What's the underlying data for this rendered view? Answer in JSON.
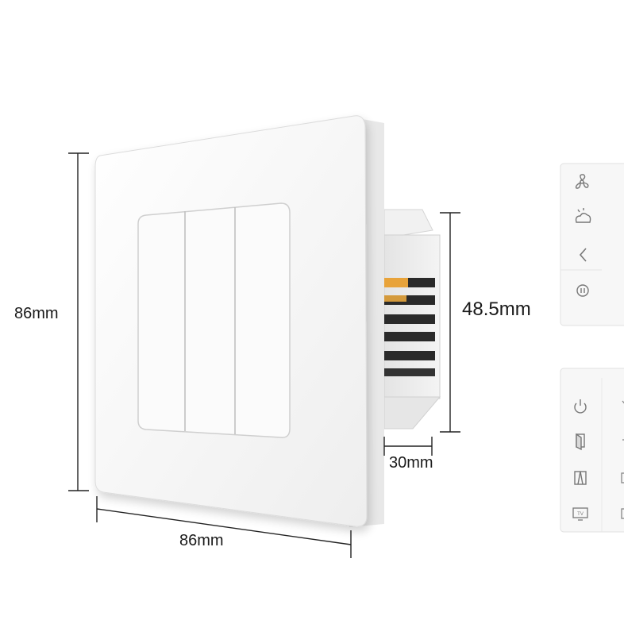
{
  "dimensions": {
    "height_left": "86mm",
    "width_bottom": "86mm",
    "depth_right": "48.5mm",
    "box_width": "30mm"
  },
  "panels": {
    "top_icons": [
      "fan-icon",
      "weather-icon",
      "back-arrow-icon",
      "pause-icon"
    ],
    "bottom_icons": [
      "power-icon",
      "door-icon",
      "curtain-icon",
      "tv-icon"
    ],
    "tv_text": "TV"
  },
  "colors": {
    "panel_white": "#f9f9f9",
    "line": "#222222",
    "accent_amber": "#e8a33a"
  }
}
